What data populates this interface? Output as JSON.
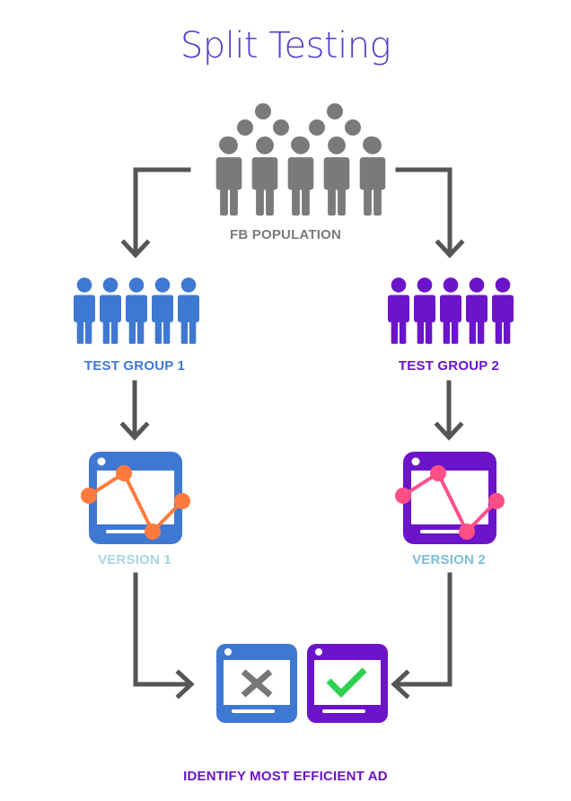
{
  "title": "Split Testing",
  "labels": {
    "population": "FB POPULATION",
    "group1": "TEST GROUP 1",
    "group2": "TEST GROUP 2",
    "version1": "VERSION 1",
    "version2": "VERSION 2",
    "final": "IDENTIFY MOST EFFICIENT AD"
  },
  "colors": {
    "title": "#5140c9",
    "population": "#7a7a7a",
    "group1": "#3f78d2",
    "group2": "#6b14c9",
    "version1_label": "#a9d5e3",
    "version2_label": "#79bfd6",
    "line1": "#ff7a3d",
    "line2": "#ff4f86",
    "arrow": "#555555",
    "reject": "#777777",
    "accept": "#2bd14f",
    "final": "#6b14c9"
  },
  "icons": {
    "population": "people-crowd-icon",
    "group1": "people-group-icon",
    "group2": "people-group-icon",
    "version1": "ad-chart-window-icon",
    "version2": "ad-chart-window-icon",
    "rejected_ad": "ad-window-x-icon",
    "winning_ad": "ad-window-check-icon"
  }
}
